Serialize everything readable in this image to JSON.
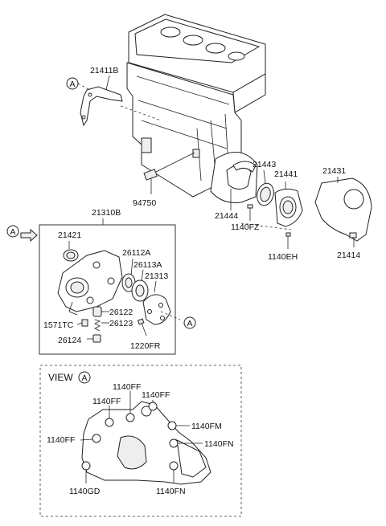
{
  "callouts": {
    "a": "A"
  },
  "labels": {
    "p21411b": "21411B",
    "p94750": "94750",
    "p21443": "21443",
    "p21441": "21441",
    "p21431": "21431",
    "p21444": "21444",
    "p1140fz": "1140FZ",
    "p1140eh": "1140EH",
    "p21414": "21414",
    "p21310b": "21310B",
    "p21421": "21421",
    "p26112a": "26112A",
    "p26113a": "26113A",
    "p21313": "21313",
    "p26122": "26122",
    "p1571tc": "1571TC",
    "p26123": "26123",
    "p26124": "26124",
    "p1220fr": "1220FR"
  },
  "view": {
    "title": "VIEW",
    "letter": "A",
    "f1": "1140FF",
    "f2": "1140FF",
    "f3": "1140FF",
    "f4": "1140FF",
    "fm": "1140FM",
    "fn1": "1140FN",
    "fn2": "1140FN",
    "gd": "1140GD"
  }
}
